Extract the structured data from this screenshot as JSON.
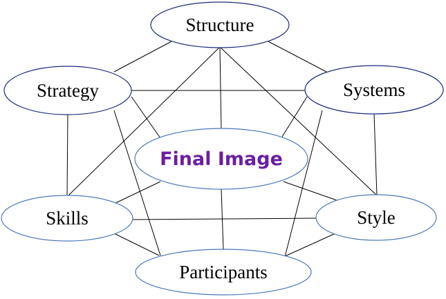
{
  "diagram": {
    "nodes": {
      "structure": "Structure",
      "strategy": "Strategy",
      "systems": "Systems",
      "final_image": "Final Image",
      "skills": "Skills",
      "style": "Style",
      "participants": "Participants"
    },
    "colors": {
      "outer_top_outline": "#1a2a7a",
      "outer_bottom_outline": "#4a78b8",
      "center_text": "#6a1fa0",
      "connector": "#000000"
    }
  }
}
